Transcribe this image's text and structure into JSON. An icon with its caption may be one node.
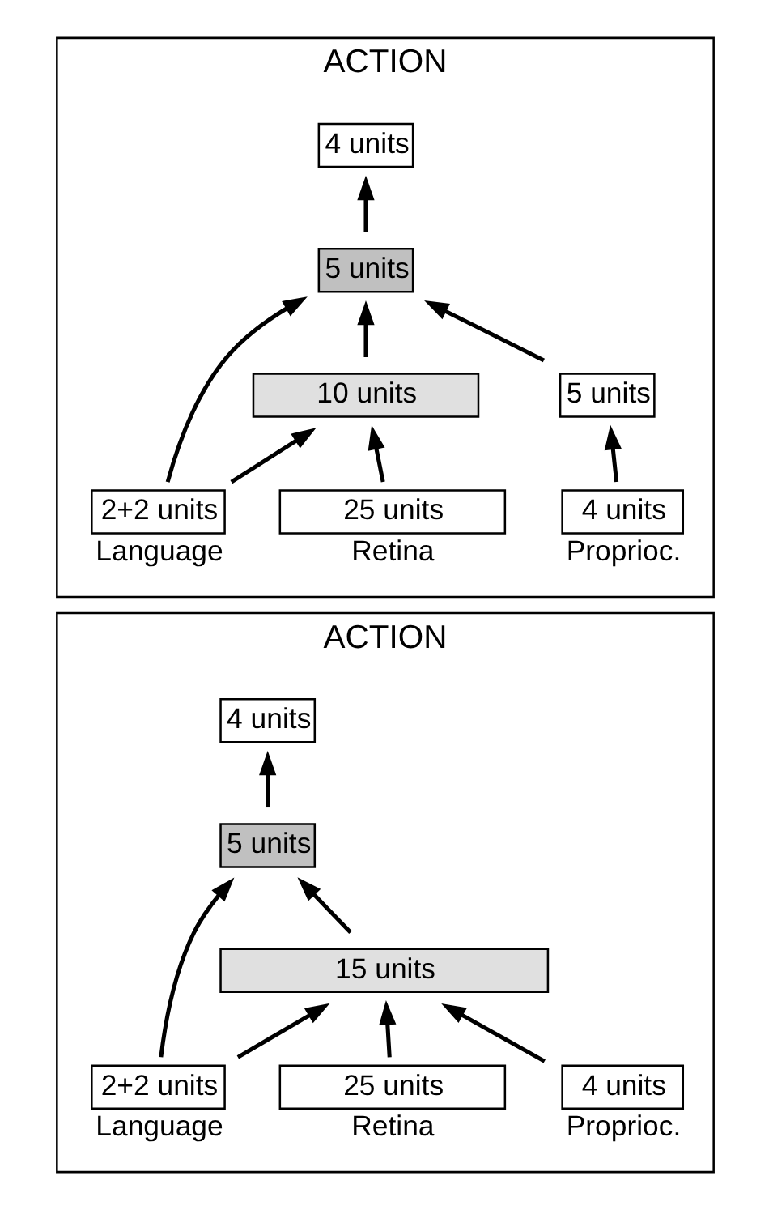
{
  "diagram": {
    "nodes": [
      {
        "text": [
          "ACTION"
        ]
      },
      {
        "text": [
          "4 units"
        ],
        "in": 0
      },
      {
        "text": [
          "5 units"
        ],
        "in": 0
      },
      {
        "text": [
          "5 units"
        ],
        "in": 0
      },
      {
        "text": [
          "10 units"
        ],
        "in": 0
      },
      {
        "text": [
          "4 units"
        ],
        "in": 0,
        "beside": [
          "Proprioc."
        ]
      },
      {
        "text": [
          "25 units"
        ],
        "in": 0,
        "beside": [
          "Retina"
        ]
      },
      {
        "text": [
          "2+2 units"
        ],
        "in": 0,
        "beside": [
          "Language"
        ]
      },
      {
        "text": [
          "ACTION"
        ]
      },
      {
        "text": [
          "4 units"
        ],
        "in": 8
      },
      {
        "text": [
          "5 units"
        ],
        "in": 8
      },
      {
        "text": [
          "15 units"
        ],
        "in": 8
      },
      {
        "text": [
          "4 units"
        ],
        "in": 8,
        "beside": [
          "Proprioc."
        ]
      },
      {
        "text": [
          "25 units"
        ],
        "in": 8,
        "beside": [
          "Retina"
        ]
      },
      {
        "text": [
          "2+2 units"
        ],
        "in": 8,
        "beside": [
          "Language"
        ]
      }
    ],
    "edges": [
      {
        "from": 2,
        "to": 1,
        "arrow": "to"
      },
      {
        "from": 3,
        "to": 2,
        "arrow": "to"
      },
      {
        "from": 4,
        "to": 2,
        "arrow": "to"
      },
      {
        "from": 7,
        "to": 2,
        "arrow": "to"
      },
      {
        "from": 5,
        "to": 3,
        "arrow": "to"
      },
      {
        "from": 6,
        "to": 4,
        "arrow": "to"
      },
      {
        "from": 7,
        "to": 4,
        "arrow": "to"
      },
      {
        "from": 10,
        "to": 9,
        "arrow": "to"
      },
      {
        "from": 11,
        "to": 10,
        "arrow": "to"
      },
      {
        "from": 14,
        "to": 10,
        "arrow": "to"
      },
      {
        "from": 12,
        "to": 11,
        "arrow": "to"
      },
      {
        "from": 13,
        "to": 11,
        "arrow": "to"
      },
      {
        "from": 14,
        "to": 11,
        "arrow": "to"
      }
    ]
  }
}
